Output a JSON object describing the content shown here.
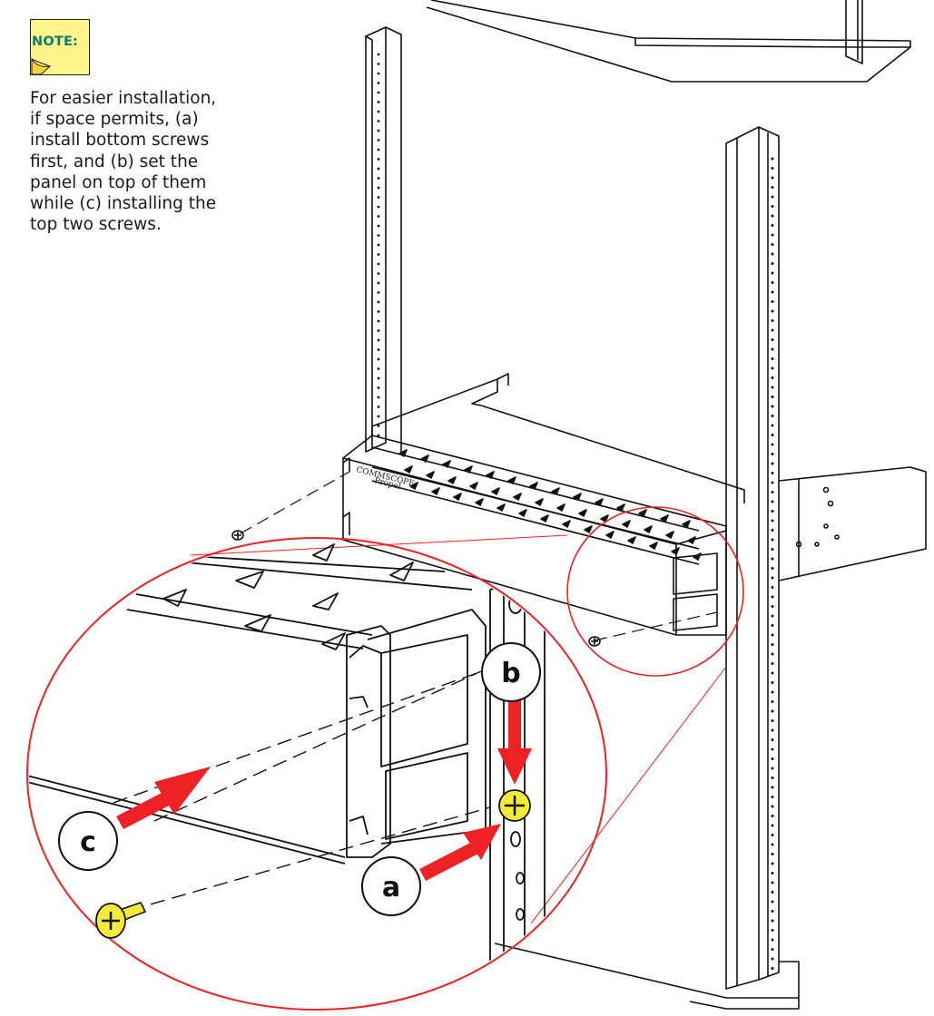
{
  "note": {
    "label": "NOTE:",
    "lines": [
      "For easier installation,",
      "if space permits, (a)",
      "install bottom screws",
      "first, and (b) set the",
      "panel on top of them",
      "while (c) installing the",
      "top two screws."
    ]
  },
  "panel": {
    "brand": "COMMSCOPE",
    "product": "Propel"
  },
  "callouts": {
    "a": "a",
    "b": "b",
    "c": "c"
  },
  "colors": {
    "arrow": "#ee2124",
    "screw": "#f4ea3a",
    "note_fill": "#fff58a",
    "note_label": "#0b7a72",
    "line": "#111111"
  }
}
